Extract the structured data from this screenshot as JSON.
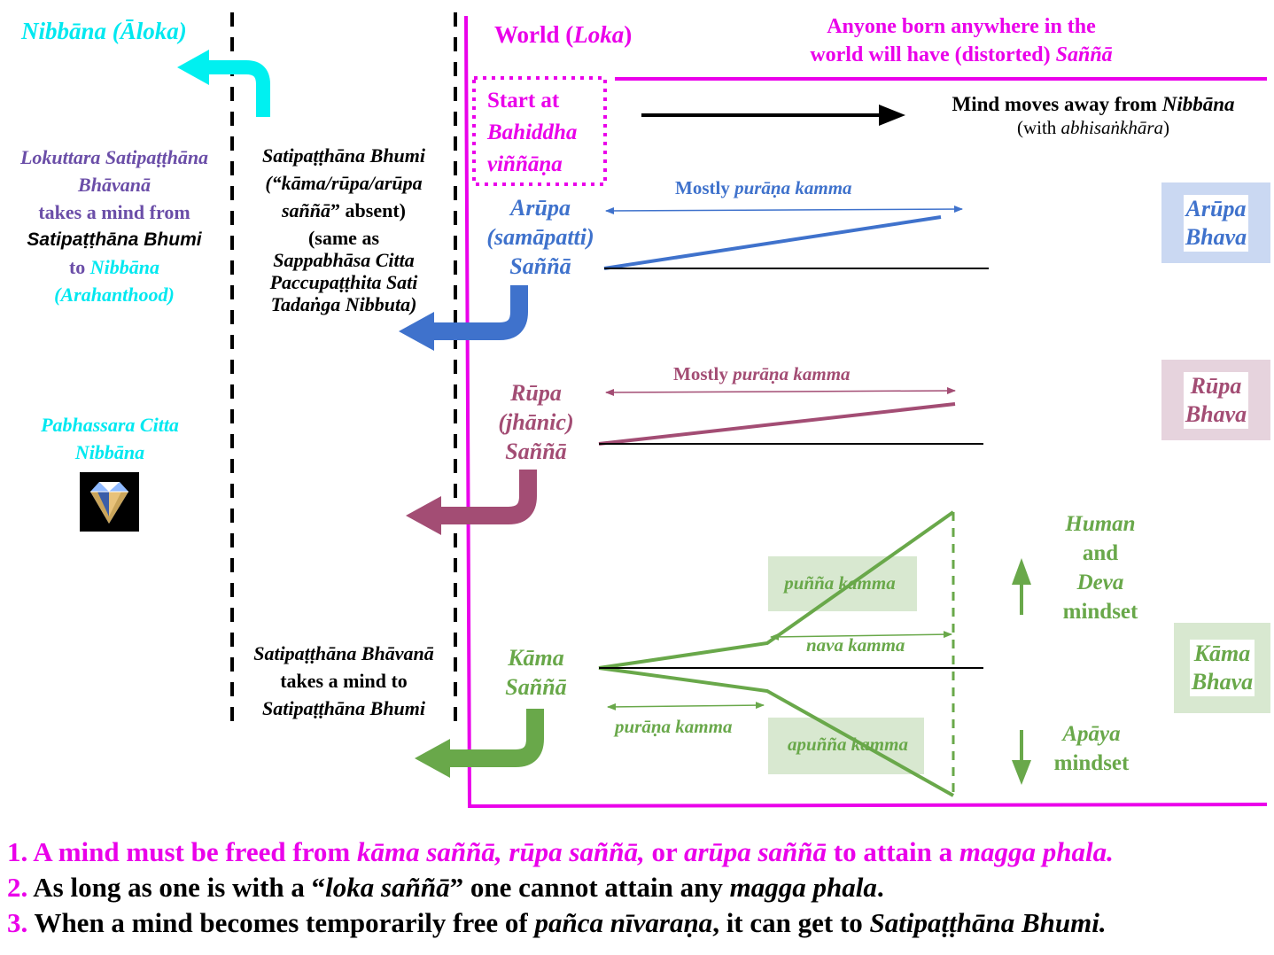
{
  "left_panel": {
    "nibbana_aloka_1": "Nibbāna (",
    "nibbana_aloka_2": "Āloka",
    "nibbana_aloka_3": ")",
    "lokuttara_line1": "Lokuttara Satipaṭṭhāna",
    "lokuttara_line2": "Bhāvanā",
    "lokuttara_line3": "takes a mind from",
    "lokuttara_line4": "Satipaṭṭhāna Bhumi",
    "lokuttara_line5a": "to ",
    "lokuttara_line5b": "Nibbāna",
    "lokuttara_line6": "(Arahanthood)",
    "pabhassara_line1": "Pabhassara Citta",
    "pabhassara_line2": "Nibbāna",
    "diamond_icon": "diamond-icon"
  },
  "middle_panel": {
    "bhumi_title": "Satipaṭṭhāna Bhumi",
    "bhumi_line2": "(“kāma/rūpa/arūpa",
    "bhumi_line3a": "saññā",
    "bhumi_line3b": "” absent)",
    "bhumi_line4": "(same as",
    "bhumi_line5": "Sappabhāsa Citta",
    "bhumi_line6": "Paccupaṭṭhita Sati",
    "bhumi_line7": "Tadaṅga Nibbuta)",
    "bhavana_line1": "Satipaṭṭhāna Bhāvanā",
    "bhavana_line2": "takes a mind to",
    "bhavana_line3": "Satipaṭṭhāna Bhumi"
  },
  "world": {
    "title_1": "World (",
    "title_2": "Loka",
    "title_3": ")",
    "anyone_line1": "Anyone born anywhere in the",
    "anyone_line2a": "world will have (distorted) ",
    "anyone_line2b": "Saññā",
    "start_line1": "Start at",
    "start_line2": "Bahiddha",
    "start_line3": "viññāṇa",
    "moves_line1a": "Mind moves away from ",
    "moves_line1b": "Nibbāna",
    "moves_line2a": "(with ",
    "moves_line2b": "abhisaṅkhāra",
    "moves_line2c": ")"
  },
  "arupa": {
    "line1": "Arūpa",
    "line2": "(samāpatti)",
    "line3": "Saññā",
    "mostly_a": "Mostly ",
    "mostly_b": "purāṇa kamma",
    "bhava_1": "Arūpa",
    "bhava_2": "Bhava",
    "color": "#3f72cc",
    "box_color": "#cad8f2"
  },
  "rupa": {
    "line1": "Rūpa",
    "line2": "(jhānic)",
    "line3": "Saññā",
    "mostly_a": "Mostly ",
    "mostly_b": "purāṇa kamma",
    "bhava_1": "Rūpa",
    "bhava_2": "Bhava",
    "color": "#a34d74",
    "box_color": "#e6d3dd"
  },
  "kama": {
    "line1": "Kāma",
    "line2": "Saññā",
    "punna": "puñña kamma",
    "nava": "nava kamma",
    "purana": "purāṇa kamma",
    "apunna": "apuñña kamma",
    "human_1": "Human",
    "human_2": "and",
    "human_3": "Deva",
    "human_4": "mindset",
    "apaya_1": "Apāya",
    "apaya_2": "mindset",
    "bhava_1": "Kāma",
    "bhava_2": "Bhava",
    "color": "#69a84a",
    "box_color": "#d8e8d0"
  },
  "footer": {
    "l1_num": "1.",
    "l1_a": " A mind must be freed from ",
    "l1_b": "kāma saññā, rūpa saññā,",
    "l1_c": " or ",
    "l1_d": "arūpa saññā",
    "l1_e": " to attain a ",
    "l1_f": "magga phala.",
    "l2_num": "2.",
    "l2_a": " As long as one is with a “",
    "l2_b": "loka saññā",
    "l2_c": "” one cannot attain any ",
    "l2_d": "magga phala",
    "l2_e": ".",
    "l3_num": "3.",
    "l3_a": " When a mind becomes temporarily free of ",
    "l3_b": "pañca nīvaraṇa",
    "l3_c": ", it can get to ",
    "l3_d": "Satipaṭṭhāna Bhumi."
  }
}
